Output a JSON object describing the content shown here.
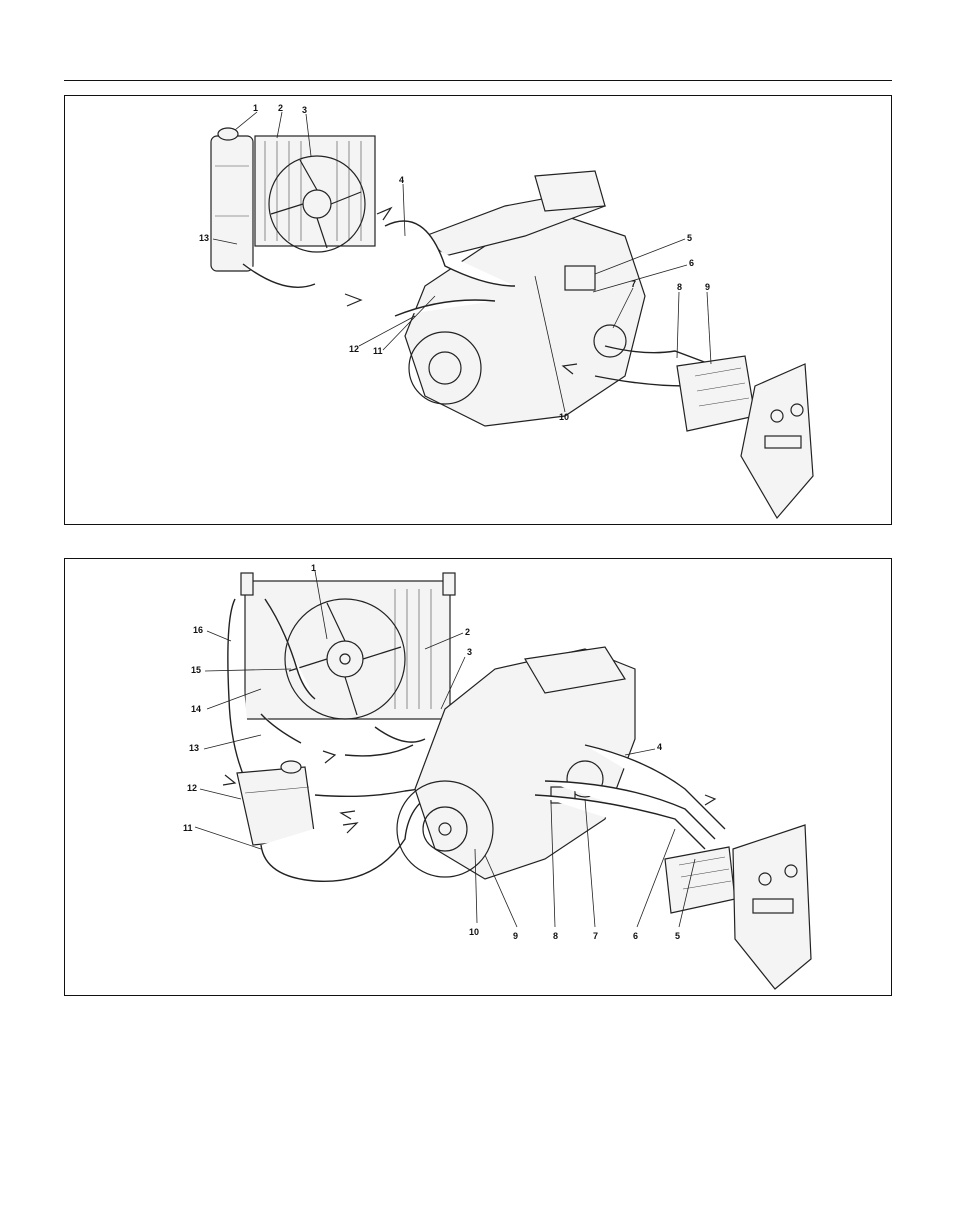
{
  "top_figure": {
    "callouts": [
      "1",
      "2",
      "3",
      "4",
      "5",
      "6",
      "7",
      "8",
      "9",
      "10",
      "11",
      "12",
      "13"
    ]
  },
  "bottom_figure": {
    "callouts": [
      "1",
      "2",
      "3",
      "4",
      "5",
      "6",
      "7",
      "8",
      "9",
      "10",
      "11",
      "12",
      "13",
      "14",
      "15",
      "16"
    ]
  }
}
